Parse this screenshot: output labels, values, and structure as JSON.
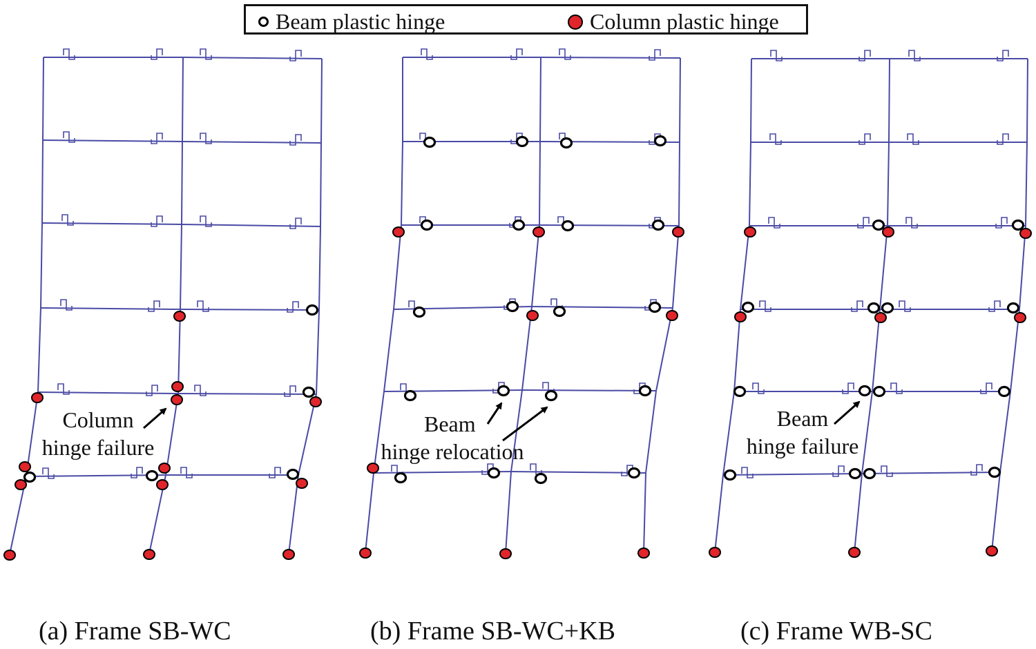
{
  "legend": {
    "beam_label": "Beam plastic hinge",
    "column_label": "Column plastic hinge"
  },
  "colors": {
    "frame_line": "#4a4aa6",
    "column_hinge_fill": "#e0252b",
    "beam_hinge_fill": "#ffffff",
    "outline": "#000000"
  },
  "frames": [
    {
      "id": "a",
      "caption": "(a) Frame SB-WC",
      "annotation": {
        "line1": "Column",
        "line2": "hinge failure"
      }
    },
    {
      "id": "b",
      "caption": "(b) Frame SB-WC+KB",
      "annotation": {
        "line1": "Beam",
        "line2": "hinge relocation"
      }
    },
    {
      "id": "c",
      "caption": "(c) Frame WB-SC",
      "annotation": {
        "line1": "Beam",
        "line2": "hinge failure"
      }
    }
  ]
}
